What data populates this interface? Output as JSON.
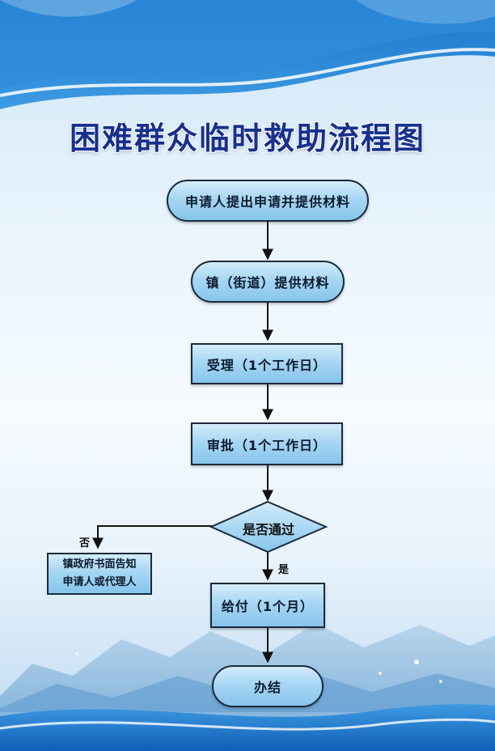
{
  "title": "困难群众临时救助流程图",
  "steps": {
    "apply": "申请人提出申请并提供材料",
    "town": "镇（街道）提供材料",
    "accept": "受理（1个工作日）",
    "approve": "审批（1个工作日）",
    "decision": "是否通过",
    "pay": "给付（1个月）",
    "finish": "办结"
  },
  "branch": {
    "no_label": "否",
    "yes_label": "是",
    "reject_note_line1": "镇政府书面告知",
    "reject_note_line2": "申请人或代理人"
  },
  "colors": {
    "title": "#16308f",
    "node_fill": "#a7d6f3",
    "node_border": "#1b2a3a",
    "background_top": "#1f7fd0",
    "background_bottom": "#1565c0"
  }
}
